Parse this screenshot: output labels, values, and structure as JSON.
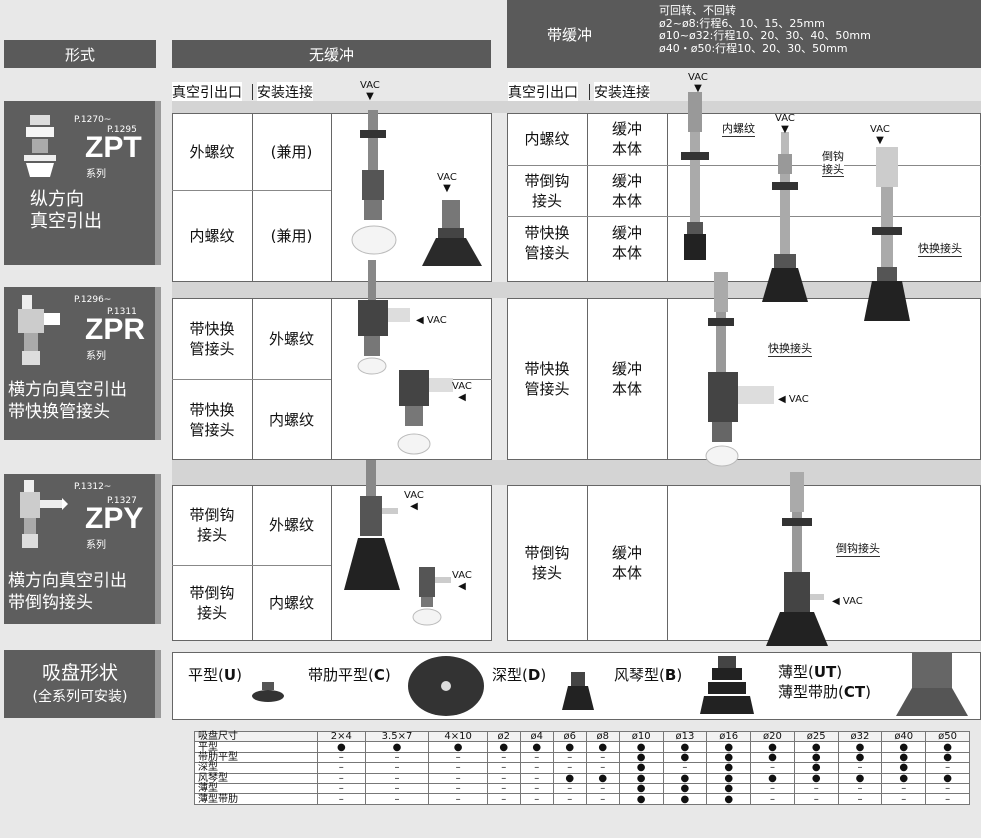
{
  "header": {
    "form": "形式",
    "no_buffer": "无缓冲",
    "buffer": "带缓冲",
    "buffer_note": [
      "可回转、不回转",
      "ø2~ø8:行程6、10、15、25mm",
      "ø10~ø32:行程10、20、30、40、50mm",
      "ø40・ø50:行程10、20、30、50mm"
    ]
  },
  "subheaders": {
    "vacuum_port": "真空引出口",
    "mount": "安装连接"
  },
  "vac": "VAC",
  "series": [
    {
      "page_start": "P.1270~",
      "page_end": "P.1295",
      "code": "ZPT",
      "suffix": "系列",
      "desc": [
        "纵方向",
        "真空引出"
      ]
    },
    {
      "page_start": "P.1296~",
      "page_end": "P.1311",
      "code": "ZPR",
      "suffix": "系列",
      "desc": [
        "横方向真空引出",
        "带快换管接头"
      ]
    },
    {
      "page_start": "P.1312~",
      "page_end": "P.1327",
      "code": "ZPY",
      "suffix": "系列",
      "desc": [
        "横方向真空引出",
        "带倒钩接头"
      ]
    }
  ],
  "rows": {
    "zpt": {
      "nb": [
        {
          "port": "外螺纹",
          "mount": "(兼用)"
        },
        {
          "port": "内螺纹",
          "mount": "(兼用)"
        }
      ],
      "b": [
        {
          "port": "内螺纹",
          "mount": "缓冲\n本体"
        },
        {
          "port": "带倒钩\n接头",
          "mount": "缓冲\n本体"
        },
        {
          "port": "带快换\n管接头",
          "mount": "缓冲\n本体"
        }
      ]
    },
    "zpr": {
      "nb": [
        {
          "port": "带快换\n管接头",
          "mount": "外螺纹"
        },
        {
          "port": "带快换\n管接头",
          "mount": "内螺纹"
        }
      ],
      "b": [
        {
          "port": "带快换\n管接头",
          "mount": "缓冲\n本体"
        }
      ]
    },
    "zpy": {
      "nb": [
        {
          "port": "带倒钩\n接头",
          "mount": "外螺纹"
        },
        {
          "port": "带倒钩\n接头",
          "mount": "内螺纹"
        }
      ],
      "b": [
        {
          "port": "带倒钩\n接头",
          "mount": "缓冲\n本体"
        }
      ]
    }
  },
  "callouts": {
    "female_thread": "内螺纹",
    "barb": "倒钩\n接头",
    "quick": "快换接头",
    "quick2": "快换接头",
    "barb2": "倒钩接头"
  },
  "pad_shape": {
    "title": "吸盘形状",
    "subtitle": "(全系列可安装)",
    "types": [
      {
        "name": "平型",
        "code": "U"
      },
      {
        "name": "带肋平型",
        "code": "C"
      },
      {
        "name": "深型",
        "code": "D"
      },
      {
        "name": "风琴型",
        "code": "B"
      },
      {
        "name": "薄型",
        "code": "UT"
      },
      {
        "name": "薄型带肋",
        "code": "CT"
      }
    ]
  },
  "spec_table": {
    "header": [
      "吸盘尺寸",
      "2×4",
      "3.5×7",
      "4×10",
      "ø2",
      "ø4",
      "ø6",
      "ø8",
      "ø10",
      "ø13",
      "ø16",
      "ø20",
      "ø25",
      "ø32",
      "ø40",
      "ø50"
    ],
    "rows": [
      {
        "label": "平型",
        "marks": [
          "●",
          "●",
          "●",
          "●",
          "●",
          "●",
          "●",
          "●",
          "●",
          "●",
          "●",
          "●",
          "●",
          "●",
          "●"
        ]
      },
      {
        "label": "带肋平型",
        "marks": [
          "–",
          "–",
          "–",
          "–",
          "–",
          "–",
          "–",
          "●",
          "●",
          "●",
          "●",
          "●",
          "●",
          "●",
          "●"
        ]
      },
      {
        "label": "深型",
        "marks": [
          "–",
          "–",
          "–",
          "–",
          "–",
          "–",
          "–",
          "●",
          "–",
          "●",
          "–",
          "●",
          "–",
          "●",
          "–"
        ]
      },
      {
        "label": "风琴型",
        "marks": [
          "–",
          "–",
          "–",
          "–",
          "–",
          "●",
          "●",
          "●",
          "●",
          "●",
          "●",
          "●",
          "●",
          "●",
          "●"
        ]
      },
      {
        "label": "薄型",
        "marks": [
          "–",
          "–",
          "–",
          "–",
          "–",
          "–",
          "–",
          "●",
          "●",
          "●",
          "–",
          "–",
          "–",
          "–",
          "–"
        ]
      },
      {
        "label": "薄型带肋",
        "marks": [
          "–",
          "–",
          "–",
          "–",
          "–",
          "–",
          "–",
          "●",
          "●",
          "●",
          "–",
          "–",
          "–",
          "–",
          "–"
        ]
      }
    ]
  }
}
